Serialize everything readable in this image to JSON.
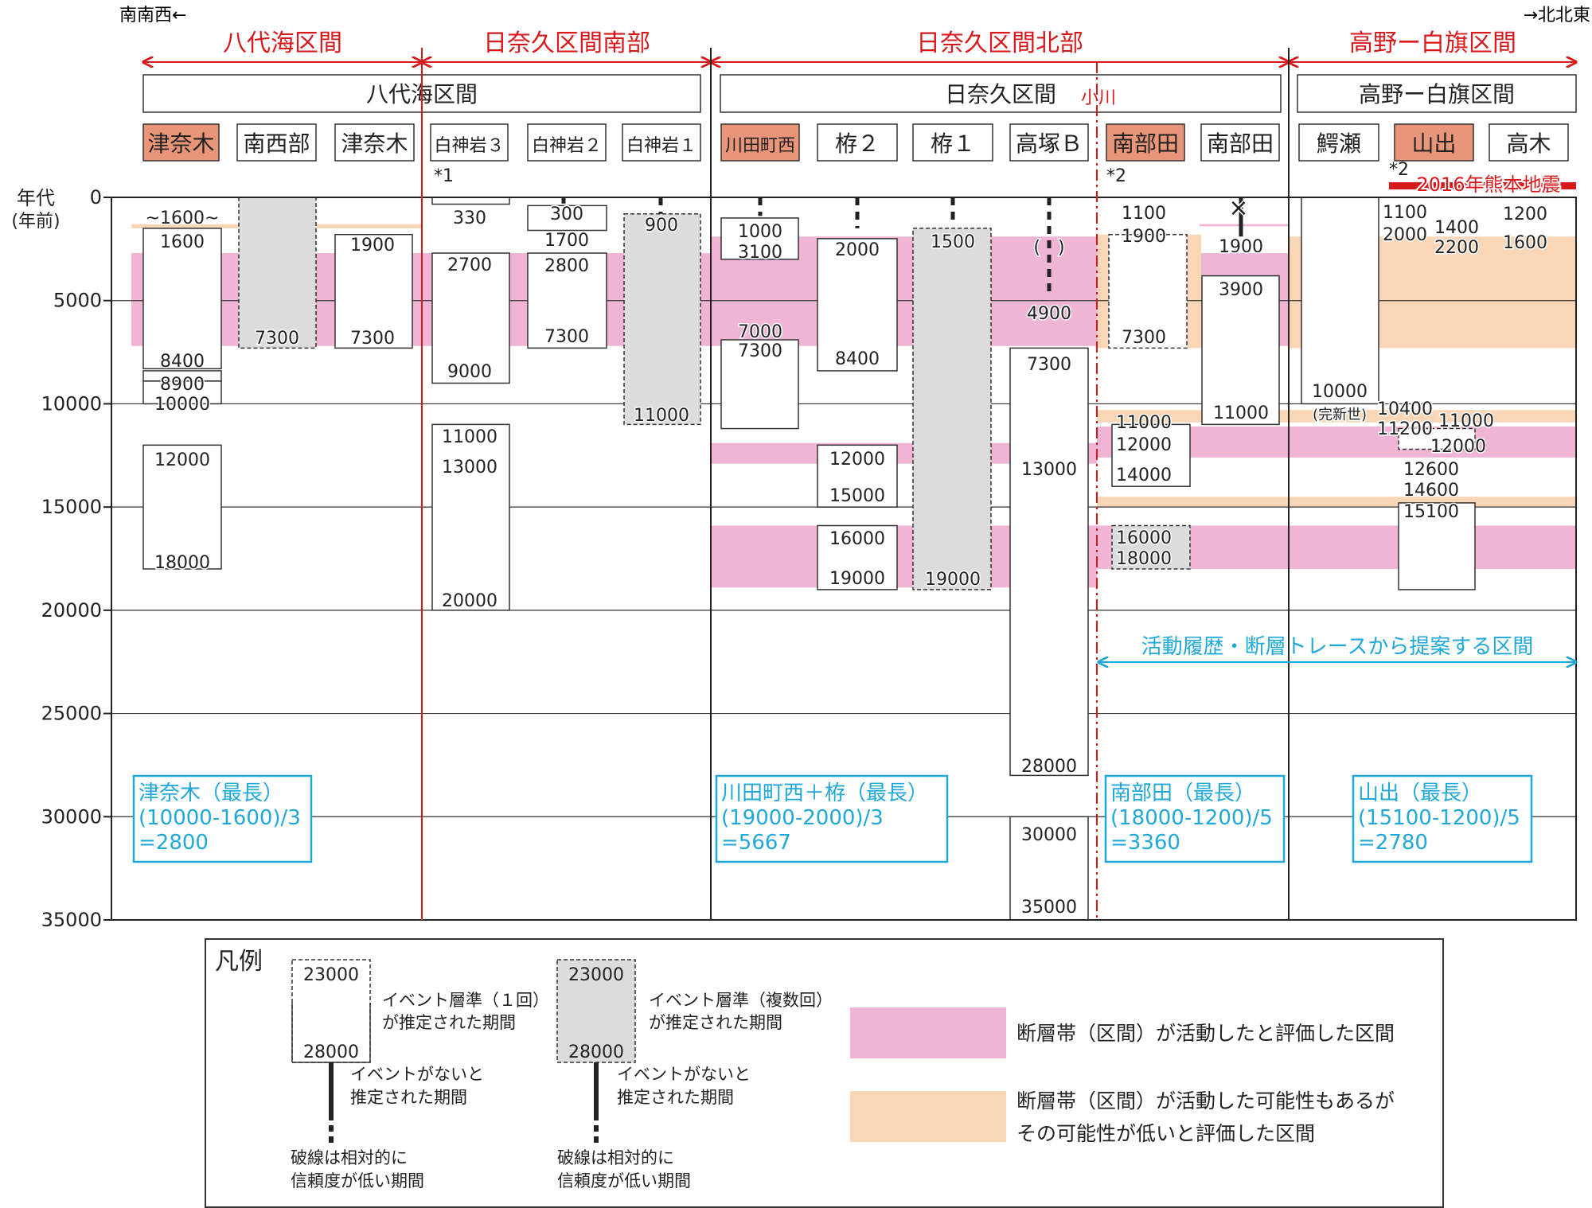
{
  "directions": {
    "left": "南南西←",
    "right": "→北北東"
  },
  "sections": [
    "八代海区間",
    "日奈久区間南部",
    "日奈久区間北部",
    "高野ー白旗区間"
  ],
  "sections_current": [
    "八代海区間",
    "日奈久区間",
    "高野ー白旗区間"
  ],
  "ogawa": "小川",
  "sites": [
    "津奈木",
    "南西部",
    "津奈木",
    "白神岩３",
    "白神岩２",
    "白神岩１",
    "川田町西",
    "栫２",
    "栫１",
    "高塚Ｂ",
    "南部田",
    "南部田",
    "鰐瀬",
    "山出",
    "高木"
  ],
  "footnotes": [
    "*1",
    "*2",
    "*2"
  ],
  "axis": {
    "title_line1": "年代",
    "title_line2": "(年前)",
    "ticks": [
      "0",
      "5000",
      "10000",
      "15000",
      "20000",
      "25000",
      "30000",
      "35000"
    ]
  },
  "earthquake": "2016年熊本地震",
  "range_arrow_label": "活動履歴・断層トレースから提案する区間",
  "age_labels": [
    "~1600~",
    "1600",
    "8400",
    "8900",
    "10000",
    "12000",
    "18000",
    "7300",
    "1900",
    "7300",
    "330",
    "2700",
    "9000",
    "11000",
    "13000",
    "20000",
    "300",
    "1700",
    "2800",
    "7300",
    "900",
    "11000",
    "1000",
    "3100",
    "7000",
    "7300",
    "2000",
    "8400",
    "12000",
    "15000",
    "16000",
    "19000",
    "1500",
    "19000",
    "(　)",
    "4900",
    "7300",
    "13000",
    "28000",
    "30000",
    "35000",
    "1100",
    "1900",
    "7300",
    "11000",
    "12000",
    "14000",
    "16000",
    "18000",
    "1900",
    "3900",
    "11000",
    "10000",
    "(完新世)",
    "1100",
    "2000",
    "1400",
    "2200",
    "10400",
    "11200",
    "11000",
    "12000",
    "12600",
    "14600",
    "15100",
    "1200",
    "1600",
    "×"
  ],
  "calc_boxes": [
    {
      "line1": "津奈木（最長）",
      "line2": "(10000-1600)/3",
      "line3": "=2800"
    },
    {
      "line1": "川田町西＋栫（最長）",
      "line2": "(19000-2000)/3",
      "line3": "=5667"
    },
    {
      "line1": "南部田（最長）",
      "line2": "(18000-1200)/5",
      "line3": "=3360"
    },
    {
      "line1": "山出（最長）",
      "line2": "(15100-1200)/5",
      "line3": "=2780"
    }
  ],
  "legend": {
    "title": "凡例",
    "sample_top": "23000",
    "sample_bottom": "28000",
    "single_event_1": "イベント層準（１回）",
    "single_event_2": "が推定された期間",
    "multi_event_1": "イベント層準（複数回）",
    "multi_event_2": "が推定された期間",
    "no_event_1": "イベントがないと",
    "no_event_2": "推定された期間",
    "dashed_1": "破線は相対的に",
    "dashed_2": "信頼度が低い期間",
    "pink_label": "断層帯（区間）が活動したと評価した区間",
    "orange_label_1": "断層帯（区間）が活動した可能性もあるが",
    "orange_label_2": "その可能性が低いと評価した区間"
  },
  "colors": {
    "red": "#d7191c",
    "cyan": "#1fa8d8",
    "pink": "#f0b4d4",
    "orange": "#f9d7b6",
    "site_highlight": "#e8957a",
    "gray_box": "#dcdcdc"
  }
}
